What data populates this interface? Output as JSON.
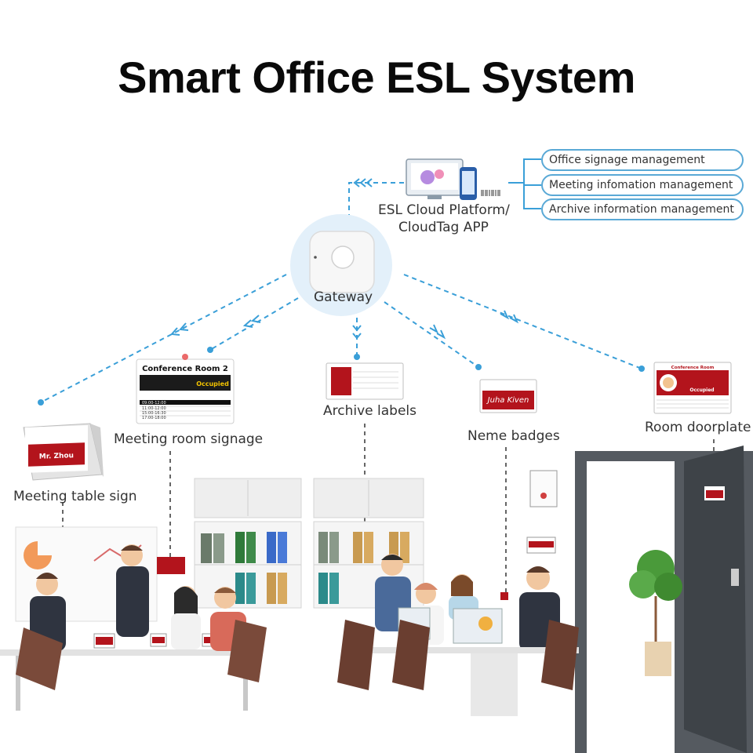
{
  "title": "Smart Office ESL System",
  "cloud": {
    "label_line1": "ESL Cloud Platform/",
    "label_line2": "CloudTag APP",
    "features": [
      "Office signage management",
      "Meeting infomation management",
      "Archive information management"
    ]
  },
  "gateway_label": "Gateway",
  "devices": {
    "meeting_room_signage": "Meeting room signage",
    "archive_labels": "Archive labels",
    "name_badges": "Neme badges",
    "room_doorplate": "Room doorplate",
    "meeting_table_sign": "Meeting table sign"
  },
  "tag_content": {
    "conference_room": "Conference Room 2",
    "occupied": "Occupied",
    "schedule_times": [
      "09:00-12:00",
      "11:00-12:00",
      "15:00-16:30",
      "17:00-18:00"
    ],
    "badge_name": "Juha Kiven",
    "table_name": "Mr. Zhou",
    "doorplate_title": "Conference Room"
  },
  "colors": {
    "accent_red": "#b3141c",
    "link_blue": "#3a9fd8",
    "title_black": "#0a0a0a"
  }
}
